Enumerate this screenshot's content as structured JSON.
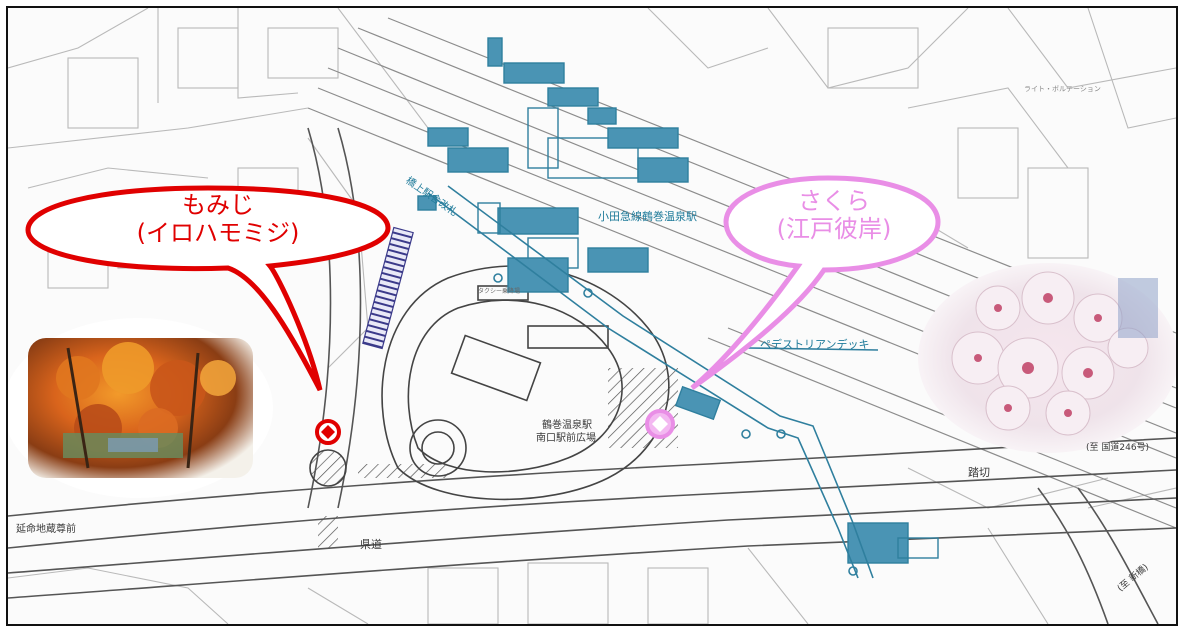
{
  "balloons": {
    "momiji": {
      "title": "もみじ",
      "subtitle": "(イロハモミジ)",
      "color": "#e00000"
    },
    "sakura": {
      "title": "さくら",
      "subtitle": "(江戸彼岸)",
      "color": "#e98ee6"
    }
  },
  "map_labels": {
    "odakyu_station": "小田急線鶴巻温泉駅",
    "upper_gate": "橋上駅舎改札",
    "pedestrian_deck": "ペデストリアンデッキ",
    "plaza_line1": "鶴巻温泉駅",
    "plaza_line2": "南口駅前広場",
    "prefectural_road": "県道",
    "railway_crossing": "踏切",
    "to_route246": "(至 国道246号)",
    "to_shinbashi": "(至 新橋)",
    "enmei_jizo": "延命地蔵尊前",
    "station_detail": "ライト・ボルテーション",
    "shop_label": "タクシー乗降場"
  },
  "photos": {
    "autumn_maple": "autumn-maple-photo",
    "cherry_blossom": "cherry-blossom-photo"
  },
  "colors": {
    "station_blue": "#2f7f9e",
    "station_fill": "#4a94b4",
    "rail_purple": "#3b3a8a",
    "momiji_marker": "#e00000",
    "sakura_marker": "#e98ee6"
  }
}
